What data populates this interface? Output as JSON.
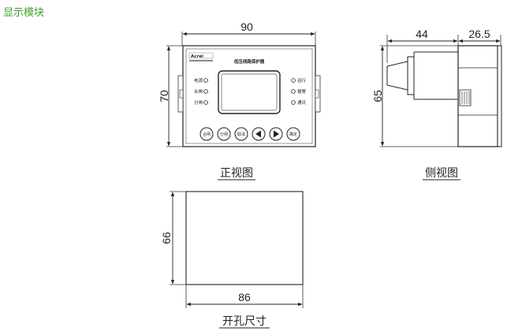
{
  "header": {
    "title": "显示模块"
  },
  "front_view": {
    "width_dim": "90",
    "height_dim": "70",
    "caption": "正视图",
    "brand": "Acrel",
    "device_title": "低压线路保护器",
    "left_indicators": [
      "电源",
      "合闸",
      "分闸"
    ],
    "right_indicators": [
      "运行",
      "报警",
      "通讯"
    ],
    "buttons": [
      "合闸",
      "分闸",
      "取消",
      "◀",
      "▶",
      "确定"
    ]
  },
  "side_view": {
    "depth_dim": "44",
    "front_dim": "26.5",
    "height_dim": "65",
    "caption": "侧视图"
  },
  "cutout": {
    "width_dim": "86",
    "height_dim": "66",
    "caption": "开孔尺寸"
  }
}
